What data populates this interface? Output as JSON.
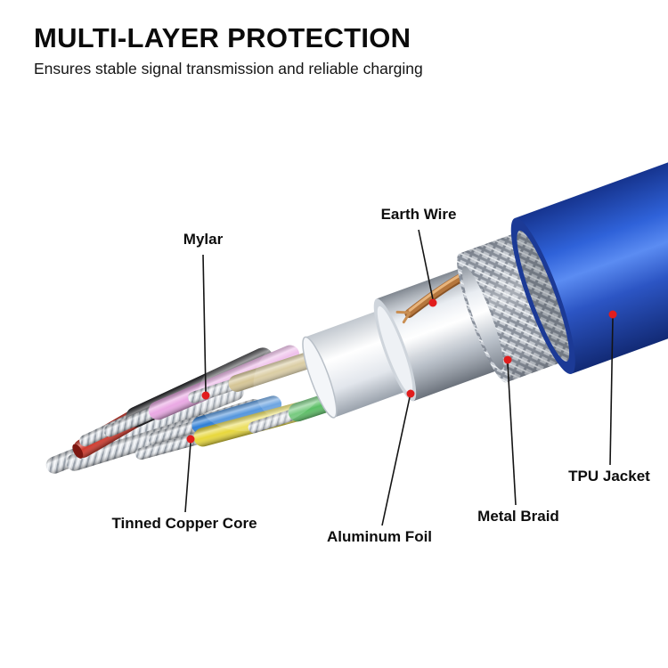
{
  "header": {
    "title": "MULTI-LAYER PROTECTION",
    "subtitle": "Ensures stable signal transmission and reliable charging"
  },
  "callouts": {
    "earth_wire": "Earth Wire",
    "mylar": "Mylar",
    "tinned_copper_core": "Tinned Copper Core",
    "aluminum_foil": "Aluminum Foil",
    "metal_braid": "Metal Braid",
    "tpu_jacket": "TPU Jacket"
  },
  "colors": {
    "marker_red": "#e11d1d",
    "leader_line": "#141414",
    "jacket_blue": "#2d5bd0",
    "braid_silver": "#c7ccd3",
    "foil_silver": "#e8ecf1",
    "mylar_white": "#f2f4f7",
    "earth_wire_copper": "#b5763c",
    "tinned_core_silver": "#d9dde2"
  },
  "wires": [
    {
      "name": "black-wire",
      "color": "#26262a"
    },
    {
      "name": "red-wire",
      "color": "#d23a2e"
    },
    {
      "name": "pink-wire",
      "color": "#eaa8e4"
    },
    {
      "name": "khaki-wire",
      "color": "#cdb97e"
    },
    {
      "name": "blue-wire",
      "color": "#2f7fd6"
    },
    {
      "name": "yellow-wire",
      "color": "#e8d83c"
    },
    {
      "name": "green-wire",
      "color": "#3fb54b"
    }
  ]
}
